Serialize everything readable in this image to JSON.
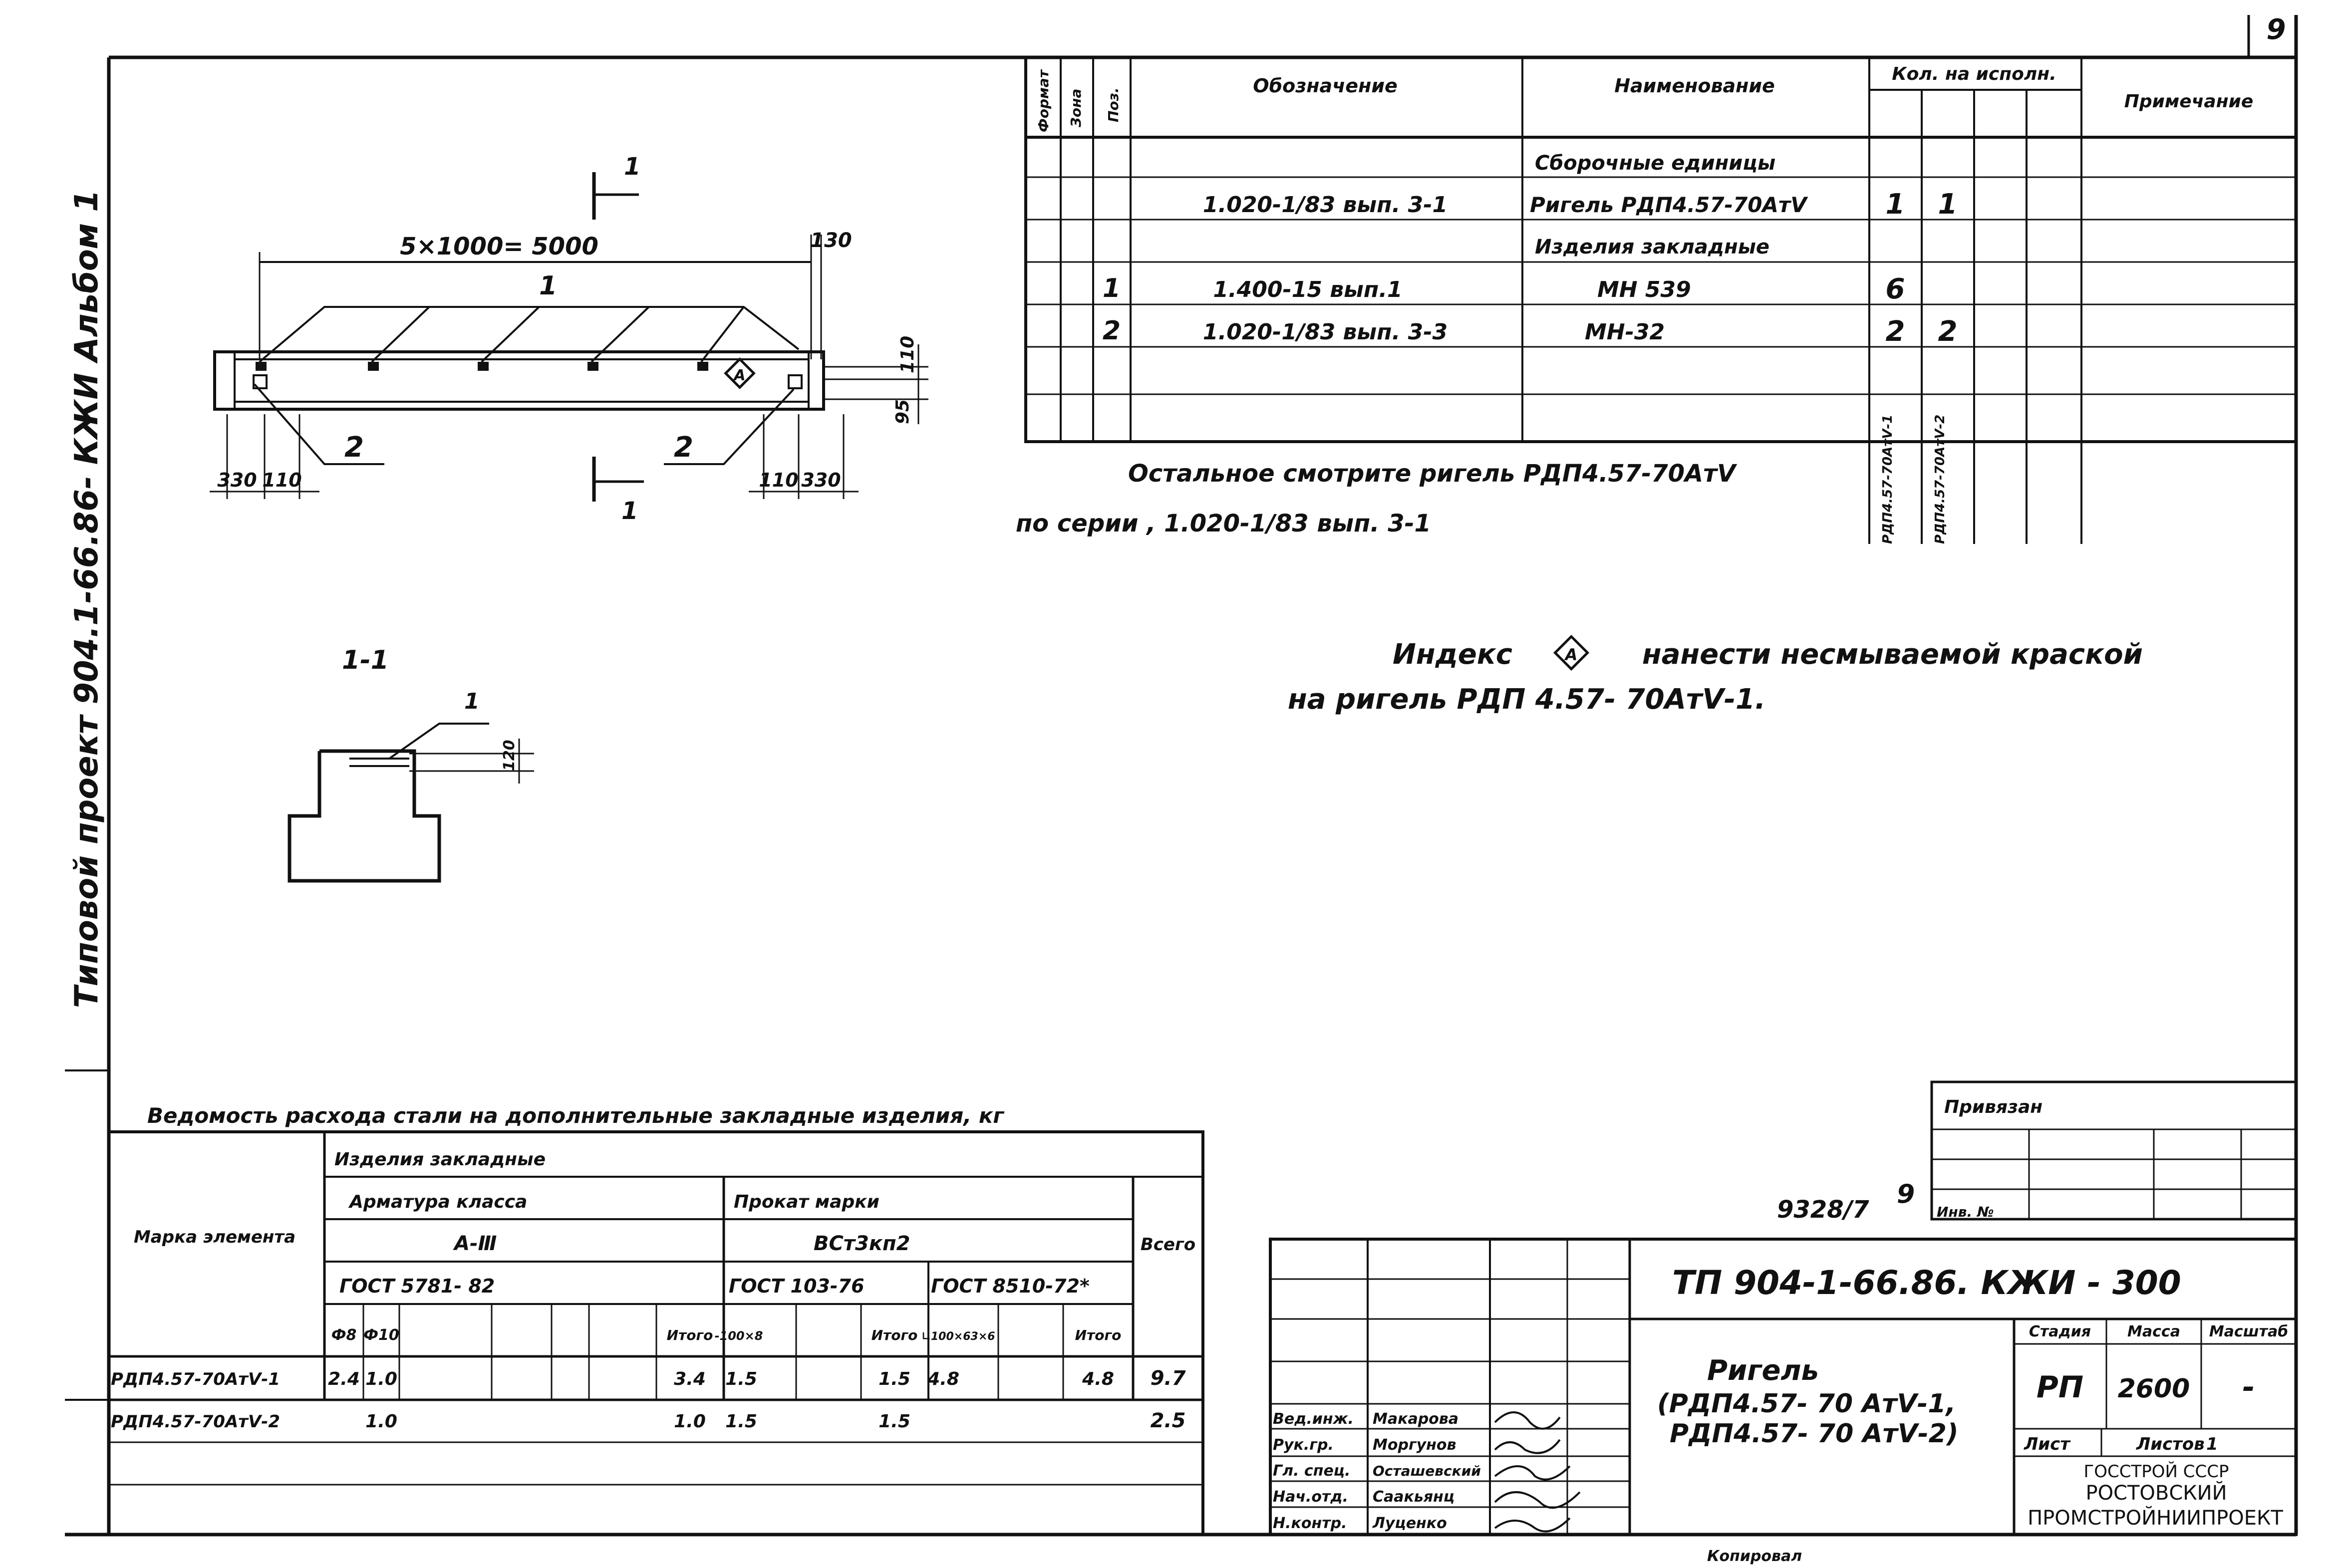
{
  "sheet": {
    "page_number": "9",
    "side_title": "Типовой проект 904.1-66.86- КЖИ Альбом 1"
  },
  "drawing": {
    "dim_span": "5×1000= 5000",
    "dim_130": "130",
    "dim_95": "95",
    "dim_110_right": "110",
    "dim_330_left": "330",
    "dim_110_left": "110",
    "dim_110_bot": "110",
    "dim_330_right": "330",
    "pos_1_top": "1",
    "pos_2_left": "2",
    "pos_2_right": "2",
    "index_symbol": "А",
    "section_marker_top": "1",
    "section_marker_bottom": "1",
    "section_label": "1-1",
    "section_pos": "1",
    "section_dim": "120"
  },
  "spec_table": {
    "headers": {
      "format": "Формат",
      "zone": "Зона",
      "pos": "Поз.",
      "designation": "Обозначение",
      "name": "Наименование",
      "qty": "Кол. на исполн.",
      "note": "Примечание"
    },
    "rows": [
      {
        "pos": "",
        "designation": "",
        "name": "Сборочные единицы",
        "q1": "",
        "q2": ""
      },
      {
        "pos": "",
        "designation": "1.020-1/83 вып. 3-1",
        "name": "Ригель РДП4.57-70АтⅤ",
        "q1": "1",
        "q2": "1"
      },
      {
        "pos": "",
        "designation": "",
        "name": "Изделия закладные",
        "q1": "",
        "q2": ""
      },
      {
        "pos": "1",
        "designation": "1.400-15 вып.1",
        "name": "МН 539",
        "q1": "6",
        "q2": ""
      },
      {
        "pos": "2",
        "designation": "1.020-1/83 вып. 3-3",
        "name": "МН-32",
        "q1": "2",
        "q2": "2"
      }
    ],
    "exec_labels": [
      "РДП4.57-70АтⅤ-1",
      "РДП4.57-70АтⅤ-2"
    ]
  },
  "notes": {
    "line1": "Остальное смотрите ригель РДП4.57-70АтⅤ",
    "line2": "по серии , 1.020-1/83 вып. 3-1",
    "index_note_a": "Индекс",
    "index_note_b": "нанести несмываемой краской",
    "index_note_c": "на ригель РДП 4.57- 70АтⅤ-1."
  },
  "steel_table": {
    "title": "Ведомость расхода стали на дополнительные закладные изделия, кг",
    "h_element": "Марка элемента",
    "h_group": "Изделия закладные",
    "h_rebar": "Арматура класса",
    "h_rebar_class": "А-Ⅲ",
    "h_rolled": "Прокат марки",
    "h_rolled_grade": "ВСт3кп2",
    "h_total": "Всего",
    "h_gost1": "ГОСТ 5781- 82",
    "h_gost2": "ГОСТ 103-76",
    "h_gost3": "ГОСТ 8510-72*",
    "sub": [
      "Ф8",
      "Ф10",
      "",
      "",
      "",
      "Итого",
      "-100×8",
      "",
      "Итого",
      "∟100×63×6",
      "",
      "Итого",
      ""
    ],
    "rows": [
      {
        "mark": "РДП4.57-70АтⅤ-1",
        "cells": [
          "2.4",
          "1.0",
          "",
          "",
          "",
          "3.4",
          "1.5",
          "",
          "1.5",
          "4.8",
          "",
          "4.8",
          "9.7"
        ]
      },
      {
        "mark": "РДП4.57-70АтⅤ-2",
        "cells": [
          "",
          "1.0",
          "",
          "",
          "",
          "1.0",
          "1.5",
          "",
          "1.5",
          "",
          "",
          "",
          "2.5"
        ]
      }
    ]
  },
  "title_block": {
    "privyazan": "Привязан",
    "inv_no_label": "Инв. №",
    "inv_no": "9328/7",
    "inv_sheet": "9",
    "code": "ТП 904-1-66.86. КЖИ - 300",
    "object_name_1": "Ригель",
    "object_name_2": "(РДП4.57- 70 АтⅤ-1,",
    "object_name_3": "РДП4.57- 70 АтⅤ-2)",
    "stage_label": "Стадия",
    "mass_label": "Масса",
    "scale_label": "Масштаб",
    "stage": "РП",
    "mass": "2600",
    "scale": "-",
    "sheet_label": "Лист",
    "sheets_label": "Листов",
    "sheets": "1",
    "org_1": "ГОССТРОЙ СССР",
    "org_2": "РОСТОВСКИЙ",
    "org_3": "ПРОМСТРОЙНИИПРОЕКТ",
    "signers": [
      {
        "role": "Вед.инж.",
        "name": "Макарова"
      },
      {
        "role": "Рук.гр.",
        "name": "Моргунов"
      },
      {
        "role": "Гл. спец.",
        "name": "Осташевский"
      },
      {
        "role": "Нач.отд.",
        "name": "Саакьянц"
      },
      {
        "role": "Н.контр.",
        "name": "Луценко"
      }
    ],
    "copied": "Копировал"
  }
}
